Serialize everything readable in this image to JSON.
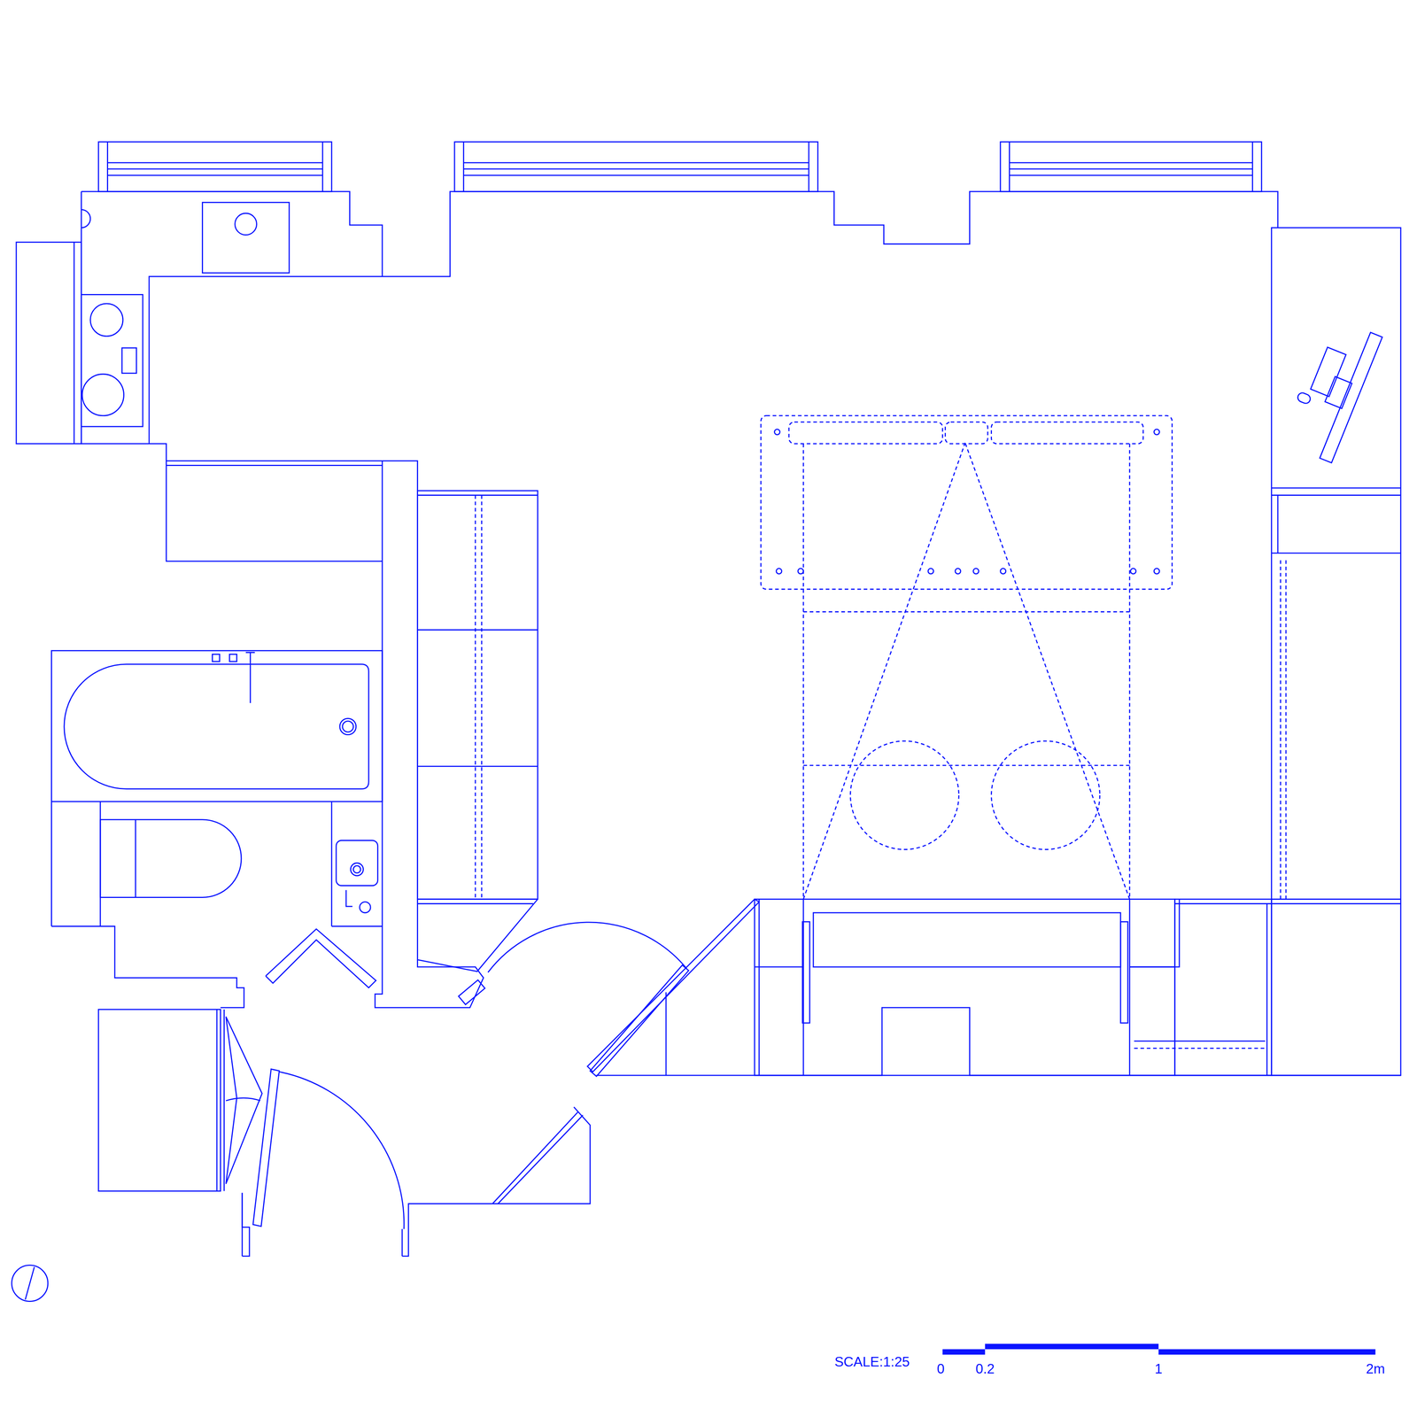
{
  "diagram": {
    "labels": [
      "SCALE:1:25",
      "0",
      "0.2",
      "1",
      "2m"
    ]
  }
}
